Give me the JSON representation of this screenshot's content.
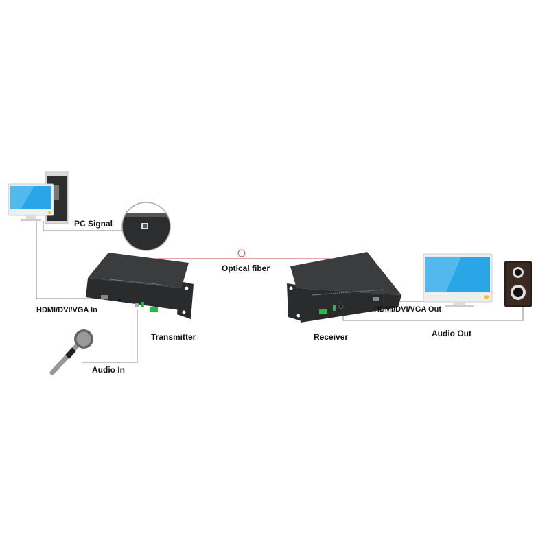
{
  "labels": {
    "pc_signal": "PC Signal",
    "optical_fiber": "Optical fiber",
    "hdmi_in": "HDMI/DVI/VGA In",
    "transmitter": "Transmitter",
    "audio_in": "Audio In",
    "receiver": "Receiver",
    "hdmi_out": "HDMI/DVI/VGA Out",
    "audio_out": "Audio Out"
  },
  "colors": {
    "fiber": "#c0505a",
    "device": "#3a3c3e",
    "screen": "#2aa6e6",
    "connector": "#2fb34a"
  }
}
